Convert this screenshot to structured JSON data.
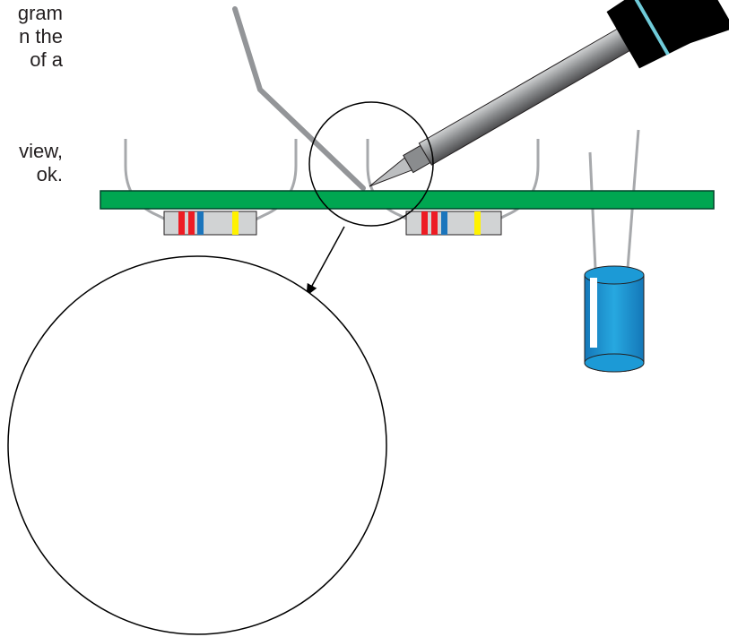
{
  "text": {
    "lines_top": [
      "gram",
      "n the",
      "of  a"
    ],
    "lines_bottom": [
      "view,",
      "ok."
    ]
  },
  "colors": {
    "pcb": "#00a651",
    "lead": "#a7a9ac",
    "iron_dark": "#000000",
    "iron_barrel": "#8a8c8e",
    "iron_ring": "#6fcbd9",
    "capacitor": "#1c9ad6",
    "band_red": "#ed1c24",
    "band_blue": "#1b75bc",
    "band_yellow": "#fff200",
    "resistor_body": "#d1d3d4"
  },
  "icons": {
    "soldering_iron": "soldering-iron-icon",
    "solder_wire": "solder-wire-icon",
    "resistor": "resistor-icon",
    "capacitor": "capacitor-icon",
    "magnifier": "zoom-circle-icon"
  }
}
